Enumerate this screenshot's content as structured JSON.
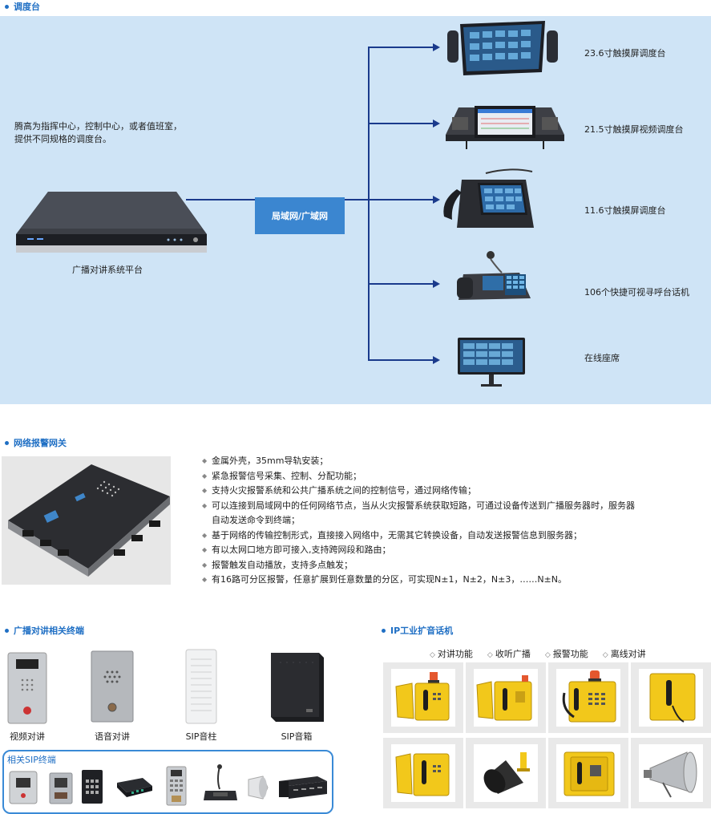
{
  "sections": {
    "dispatch": "调度台",
    "gateway": "网络报警网关",
    "terminals": "广播对讲相关终端",
    "ip_phone": "IP工业扩音话机"
  },
  "dispatch": {
    "intro_line1": "腾高为指挥中心，控制中心，或者值班室，",
    "intro_line2": "提供不同规格的调度台。",
    "platform_label": "广播对讲系统平台",
    "network_label": "局域网/广域网",
    "devices": [
      {
        "label": "23.6寸触摸屏调度台"
      },
      {
        "label": "21.5寸触摸屏视频调度台"
      },
      {
        "label": "11.6寸触摸屏调度台"
      },
      {
        "label": "106个快捷可视寻呼台话机"
      },
      {
        "label": "在线座席"
      }
    ]
  },
  "gateway": {
    "features": [
      "金属外壳，35mm导轨安装；",
      "紧急报警信号采集、控制、分配功能；",
      "支持火灾报警系统和公共广播系统之间的控制信号，通过网络传输；",
      "可以连接到局域网中的任何网络节点，当从火灾报警系统获取短路，可通过设备传送到广播服务器时，服务器",
      "自动发送命令到终端；",
      "基于网络的传输控制形式，直接接入网络中，无需其它转换设备，自动发送报警信息到服务器；",
      "有以太网口地方即可接入,支持跨网段和路由；",
      "报警触发自动播放，支持多点触发；",
      "有16路可分区报警，任意扩展到任意数量的分区，可实现N±1，N±2，N±3，……N±N。"
    ]
  },
  "terminals": {
    "items": [
      {
        "label": "视频对讲"
      },
      {
        "label": "语音对讲"
      },
      {
        "label": "SIP音柱"
      },
      {
        "label": "SIP音箱"
      }
    ],
    "sip_title": "相关SIP终端"
  },
  "ip_phone": {
    "functions": [
      "对讲功能",
      "收听广播",
      "报警功能",
      "离线对讲"
    ]
  },
  "colors": {
    "accent": "#1f6fc4",
    "panel_bg": "#cfe4f6",
    "network_box": "#3b86d0",
    "line": "#1a3a8c",
    "phone_yellow": "#f2c81b"
  }
}
